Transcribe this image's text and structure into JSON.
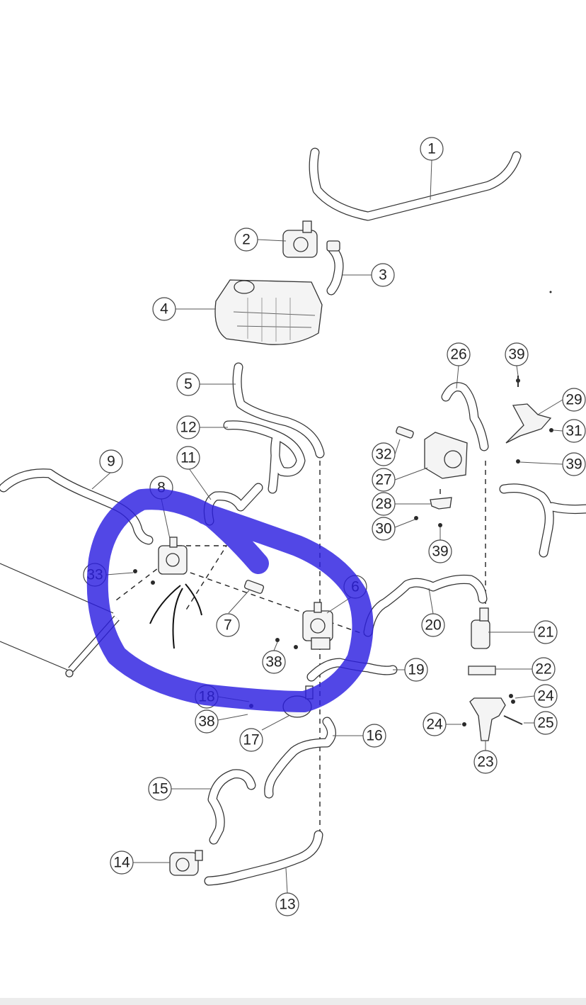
{
  "callouts": [
    {
      "id": "1",
      "label": "1"
    },
    {
      "id": "2",
      "label": "2"
    },
    {
      "id": "3",
      "label": "3"
    },
    {
      "id": "4",
      "label": "4"
    },
    {
      "id": "5",
      "label": "5"
    },
    {
      "id": "6",
      "label": "6"
    },
    {
      "id": "7",
      "label": "7"
    },
    {
      "id": "8",
      "label": "8"
    },
    {
      "id": "9",
      "label": "9"
    },
    {
      "id": "11",
      "label": "11"
    },
    {
      "id": "12",
      "label": "12"
    },
    {
      "id": "13",
      "label": "13"
    },
    {
      "id": "14",
      "label": "14"
    },
    {
      "id": "15",
      "label": "15"
    },
    {
      "id": "16",
      "label": "16"
    },
    {
      "id": "17",
      "label": "17"
    },
    {
      "id": "18",
      "label": "18"
    },
    {
      "id": "19",
      "label": "19"
    },
    {
      "id": "20",
      "label": "20"
    },
    {
      "id": "21",
      "label": "21"
    },
    {
      "id": "22",
      "label": "22"
    },
    {
      "id": "23",
      "label": "23"
    },
    {
      "id": "24a",
      "label": "24"
    },
    {
      "id": "24b",
      "label": "24"
    },
    {
      "id": "25",
      "label": "25"
    },
    {
      "id": "26",
      "label": "26"
    },
    {
      "id": "27",
      "label": "27"
    },
    {
      "id": "28",
      "label": "28"
    },
    {
      "id": "29",
      "label": "29"
    },
    {
      "id": "30",
      "label": "30"
    },
    {
      "id": "31",
      "label": "31"
    },
    {
      "id": "32",
      "label": "32"
    },
    {
      "id": "33",
      "label": "33"
    },
    {
      "id": "38a",
      "label": "38"
    },
    {
      "id": "38b",
      "label": "38"
    },
    {
      "id": "39a",
      "label": "39"
    },
    {
      "id": "39b",
      "label": "39"
    },
    {
      "id": "39c",
      "label": "39"
    }
  ],
  "annotation": {
    "marker_color": "#2c1fe0",
    "pen_color": "#111111"
  }
}
